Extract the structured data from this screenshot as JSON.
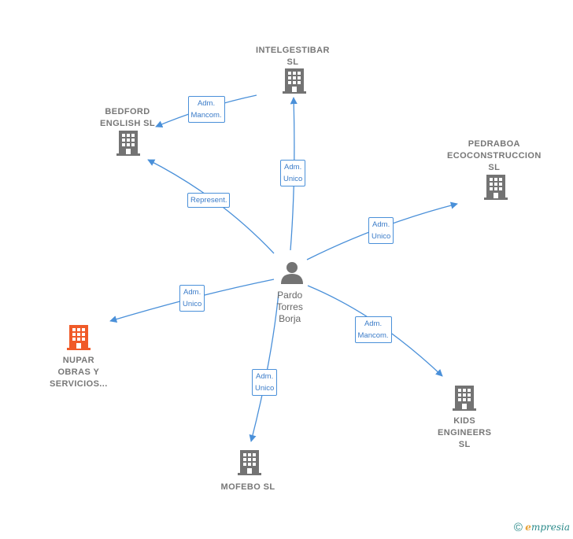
{
  "center": {
    "lines": [
      "Pardo",
      "Torres",
      "Borja"
    ]
  },
  "companies": [
    {
      "id": "intelgestibar",
      "lines": [
        "INTELGESTIBAR",
        "SL"
      ],
      "color": "#737373"
    },
    {
      "id": "bedford",
      "lines": [
        "BEDFORD",
        "ENGLISH  SL"
      ],
      "color": "#737373"
    },
    {
      "id": "pedraboa",
      "lines": [
        "PEDRABOA",
        "ECOCONSTRUCCION",
        "SL"
      ],
      "color": "#737373"
    },
    {
      "id": "nupar",
      "lines": [
        "NUPAR",
        "OBRAS Y",
        "SERVICIOS..."
      ],
      "color": "#f05a28"
    },
    {
      "id": "kids",
      "lines": [
        "KIDS",
        "ENGINEERS",
        "SL"
      ],
      "color": "#737373"
    },
    {
      "id": "mofebo",
      "lines": [
        "MOFEBO  SL"
      ],
      "color": "#737373"
    }
  ],
  "edges": [
    {
      "to": "intelgestibar",
      "label": [
        "Adm.",
        "Unico"
      ]
    },
    {
      "to": "bedford",
      "label": [
        "Represent."
      ]
    },
    {
      "to": "bedford",
      "label": [
        "Adm.",
        "Mancom."
      ]
    },
    {
      "to": "pedraboa",
      "label": [
        "Adm.",
        "Unico"
      ]
    },
    {
      "to": "nupar",
      "label": [
        "Adm.",
        "Unico"
      ]
    },
    {
      "to": "kids",
      "label": [
        "Adm.",
        "Mancom."
      ]
    },
    {
      "to": "mofebo",
      "label": [
        "Adm.",
        "Unico"
      ]
    }
  ],
  "colors": {
    "edge": "#4a90d9",
    "building": "#737373",
    "highlight": "#f05a28",
    "person": "#737373"
  },
  "brand": {
    "copyright": "©",
    "initial": "e",
    "rest": "mpresia"
  }
}
